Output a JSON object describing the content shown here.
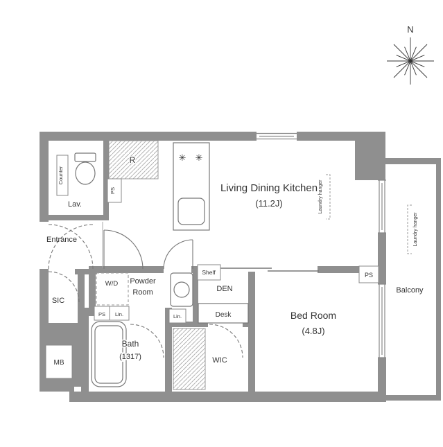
{
  "compass": {
    "north": "N"
  },
  "rooms": {
    "ldk": {
      "name": "Living Dining Kitchen",
      "size": "(11.2J)"
    },
    "bedroom": {
      "name": "Bed Room",
      "size": "(4.8J)"
    },
    "bath": {
      "name": "Bath",
      "size": "(1317)"
    },
    "powder": {
      "line1": "Powder",
      "line2": "Room"
    },
    "entrance": {
      "name": "Entrance"
    },
    "lav": {
      "name": "Lav."
    },
    "sic": {
      "name": "SIC"
    },
    "wic": {
      "name": "WIC"
    },
    "den": {
      "name": "DEN"
    },
    "balcony": {
      "name": "Balcony"
    },
    "mb": {
      "name": "MB"
    },
    "refrigerator": {
      "name": "R"
    }
  },
  "fixtures": {
    "wd": "W/D",
    "desk": "Desk",
    "counter": "Counter",
    "shelf": "Shelf",
    "ps": "PS",
    "lin": "Lin.",
    "laundry_hanger": "Laundry hanger"
  },
  "icons": {
    "burner": "✳"
  },
  "colors": {
    "wall": "#8f8f8f",
    "line": "#777777",
    "text": "#333333"
  }
}
